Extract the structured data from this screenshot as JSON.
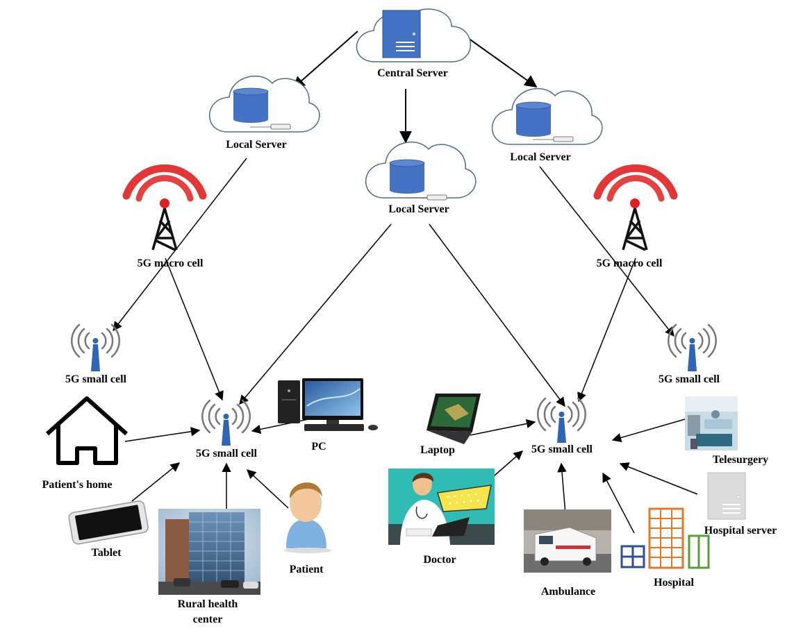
{
  "labels": {
    "central_server": "Central Server",
    "local_server_left": "Local Server",
    "local_server_center": "Local Server",
    "local_server_right": "Local Server",
    "macro_cell_left": "5G macro cell",
    "macro_cell_right": "5G macro cell",
    "small_cell_far_left": "5G small cell",
    "small_cell_center_left": "5G small cell",
    "small_cell_center_right": "5G small cell",
    "small_cell_far_right": "5G small cell",
    "patients_home": "Patient's home",
    "tablet": "Tablet",
    "rural_health_center_line1": "Rural health",
    "rural_health_center_line2": "center",
    "patient": "Patient",
    "pc": "PC",
    "laptop": "Laptop",
    "doctor": "Doctor",
    "ambulance": "Ambulance",
    "hospital": "Hospital",
    "hospital_server": "Hospital server",
    "telesurgery": "Telesurgery"
  },
  "colors": {
    "server_blue": "#4472c4",
    "cloud_stroke": "#4f6d8f",
    "signal_red": "#e02020",
    "hospital_orange": "#e07a2a",
    "hospital_blue": "#2e4e9e",
    "hospital_green": "#5a9e3a"
  },
  "icons": {
    "server": "server-icon",
    "database": "database-icon",
    "tower": "radio-tower-icon",
    "antenna": "small-cell-antenna-icon",
    "home": "house-icon",
    "tablet": "tablet-icon",
    "building": "building-photo-icon",
    "patient": "person-icon",
    "pc": "desktop-computer-icon",
    "laptop": "laptop-icon",
    "doctor": "doctor-illustration-icon",
    "ambulance": "ambulance-photo-icon",
    "hospital": "hospital-building-icon",
    "hospital_server": "tower-server-icon",
    "telesurgery": "surgery-photo-icon"
  }
}
